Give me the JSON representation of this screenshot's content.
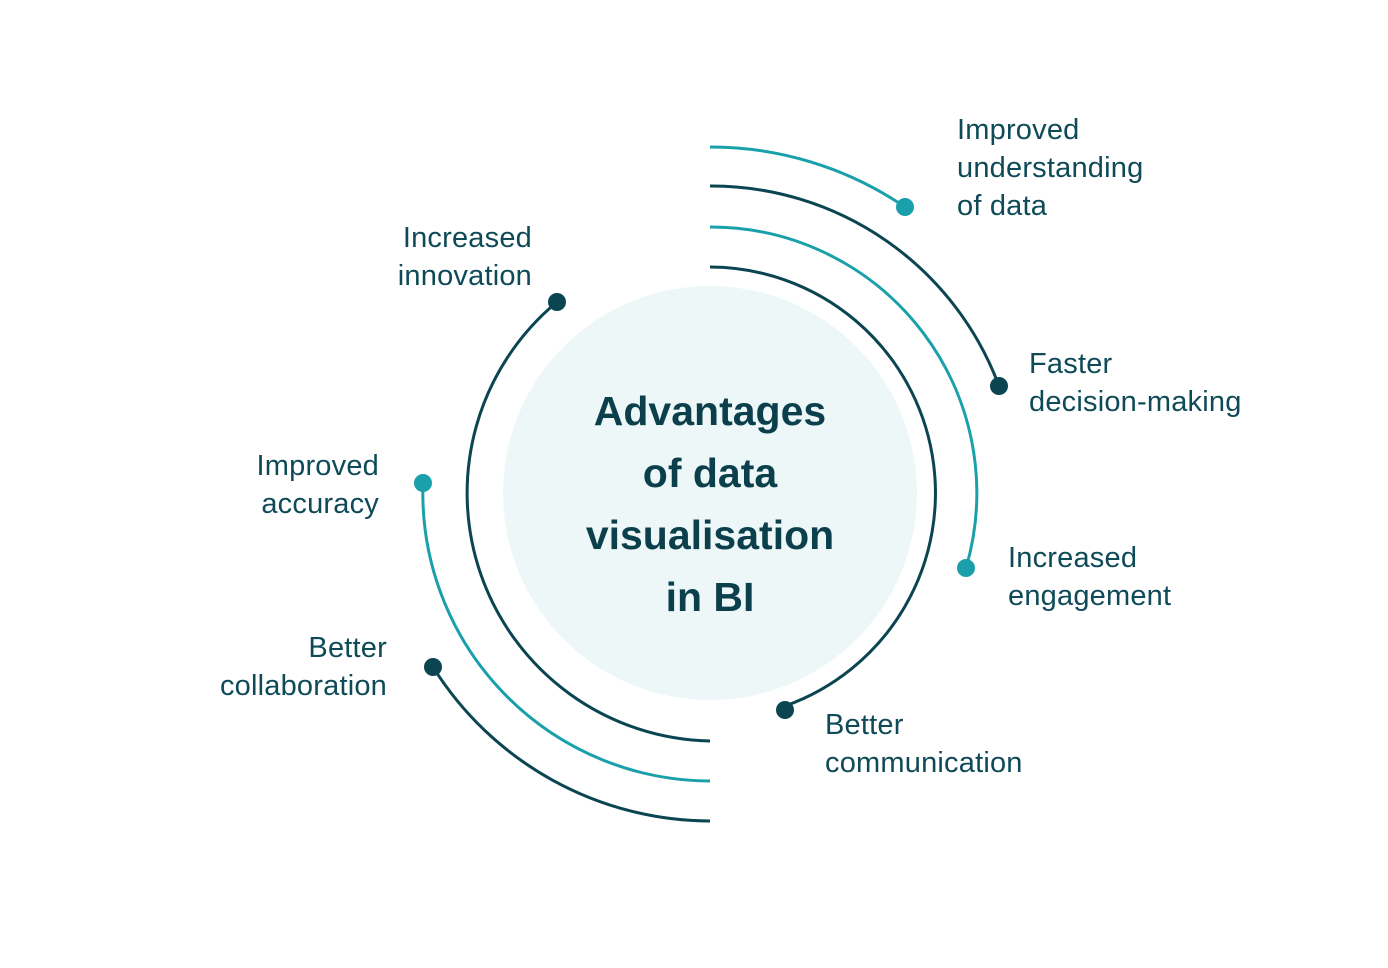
{
  "title": {
    "lines": [
      "Advantages",
      "of data",
      "visualisation",
      "in BI"
    ]
  },
  "colors": {
    "dark": "#0b4552",
    "teal": "#1aa0ab",
    "center_fill": "#eef7f8",
    "text": "#0e4a57"
  },
  "benefits": [
    {
      "lines": [
        "Improved",
        "understanding",
        "of data"
      ],
      "color": "teal"
    },
    {
      "lines": [
        "Faster",
        "decision-making"
      ],
      "color": "dark"
    },
    {
      "lines": [
        "Increased",
        "engagement"
      ],
      "color": "teal"
    },
    {
      "lines": [
        "Better",
        "communication"
      ],
      "color": "dark"
    },
    {
      "lines": [
        "Increased",
        "innovation"
      ],
      "color": "dark"
    },
    {
      "lines": [
        "Improved",
        "accuracy"
      ],
      "color": "teal"
    },
    {
      "lines": [
        "Better",
        "collaboration"
      ],
      "color": "dark"
    }
  ]
}
